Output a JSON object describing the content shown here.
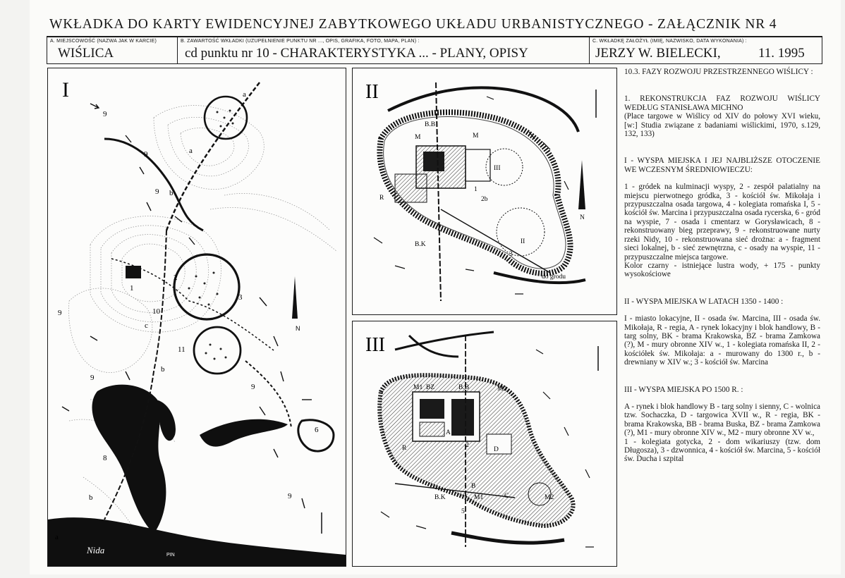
{
  "header": {
    "title": "WKŁADKA DO KARTY EWIDENCYJNEJ ZABYTKOWEGO UKŁADU URBANISTYCZNEGO - ZAŁĄCZNIK NR 4",
    "field_a_label": "A. MIEJSCOWOŚĆ (NAZWA JAK W KARCIE)",
    "field_a_value": "WIŚLICA",
    "field_b_label": "B. ZAWARTOŚĆ WKŁADKI (UZUPEŁNIENIE PUNKTU NR ..., OPIS, GRAFIKA, FOTO, MAPA, PLAN) :",
    "field_b_value": "cd punktu nr 10 - CHARAKTERYSTYKA ... - PLANY, OPISY",
    "field_c_label": "C. WKŁADKĘ ZAŁOŻYŁ (IMIĘ, NAZWISKO, DATA WYKONANIA) :",
    "field_c_value": "JERZY W. BIELECKI,",
    "field_c_date": "11. 1995"
  },
  "maps": {
    "map1": {
      "numeral": "I",
      "labels": {
        "nida": "Nida",
        "north": "N",
        "pin": "PIN",
        "l9": "9",
        "la": "a",
        "lb": "b",
        "lc": "c",
        "l1": "1",
        "l2": "2",
        "l3": "3",
        "l6": "6",
        "l8": "8",
        "l10": "10",
        "l11": "11"
      }
    },
    "map2": {
      "numeral": "II",
      "labels": {
        "bb": "B.B",
        "m": "M",
        "bk": "B.K",
        "r": "R",
        "ii": "II",
        "iii": "III",
        "n": "N",
        "l1": "1",
        "l2b": "2b",
        "l3": "3",
        "do_grodu": "do grodu"
      }
    },
    "map3": {
      "numeral": "III",
      "labels": {
        "m1": "M1",
        "bz": "BZ",
        "bb": "B.B",
        "m2": "M2",
        "a": "A",
        "r": "R",
        "d": "D",
        "b": "B",
        "c": "C",
        "bk": "B.K",
        "l2": "2",
        "l5": "5"
      }
    }
  },
  "description": {
    "section_title": "10.3. FAZY ROZWOJU PRZESTRZENNEGO WIŚLICY :",
    "ref_title": "1. REKONSTRUKCJA FAZ ROZWOJU WIŚLICY WEDŁUG STANISŁAWA MICHNO",
    "ref_detail": "(Place targowe w Wiślicy od XIV do połowy XVI wieku, [w:] Studia związane z badaniami wiślickimi, 1970, s.129, 132, 133)",
    "phase1_title": "I - WYSPA MIEJSKA I JEJ NAJBLIŻSZE OTOCZENIE WE WCZESNYM ŚREDNIOWIECZU:",
    "phase1_body": "1 - gródek na kulminacji wyspy, 2 - zespół palatialny na miejscu pierwotnego gródka, 3 - kościół św. Mikołaja i przypuszczalna osada targowa, 4 - kolegiata romańska I, 5 - kościół św. Marcina i przypuszczalna osada rycerska, 6 - gród na wyspie, 7 - osada i cmentarz w Gorysławicach, 8 - rekonstruowany bieg przeprawy, 9 - rekonstruowane nurty rzeki Nidy, 10 - rekonstruowana sieć drożna: a - fragment sieci lokalnej, b - sieć zewnętrzna, c - osady na wyspie, 11 - przypuszczalne miejsca targowe.",
    "phase1_color": "Kolor czarny - istniejące lustra wody, + 175 - punkty wysokościowe",
    "phase2_title": "II - WYSPA MIEJSKA W LATACH 1350 - 1400 :",
    "phase2_body": "I - miasto lokacyjne, II - osada św. Marcina, III - osada św. Mikołaja, R - regia, A - rynek lokacyjny i blok handlowy, B - targ solny, BK - brama Krakowska, BZ - brama Zamkowa (?), M - mury obronne XIV w., 1 - kolegiata romańska II, 2 - kościółek św. Mikołaja: a - murowany do 1300 r., b - drewniany w XIV w.; 3 - kościół św. Marcina",
    "phase3_title": "III - WYSPA MIEJSKA PO 1500 R. :",
    "phase3_body": "A - rynek i blok handlowy B - targ solny i sienny, C - wolnica tzw. Sochaczka, D - targowica XVII w., R - regia, BK - brama Krakowska, BB - brama Buska, BZ - brama Zamkowa (?), M1 - mury obronne XIV w., M2 - mury obronne XV w.,",
    "phase3_body2": "1 - kolegiata gotycka, 2 - dom wikariuszy (tzw. dom Długosza), 3 - dzwonnica, 4 - kościół św. Marcina, 5 - kościół św. Ducha i szpital"
  }
}
